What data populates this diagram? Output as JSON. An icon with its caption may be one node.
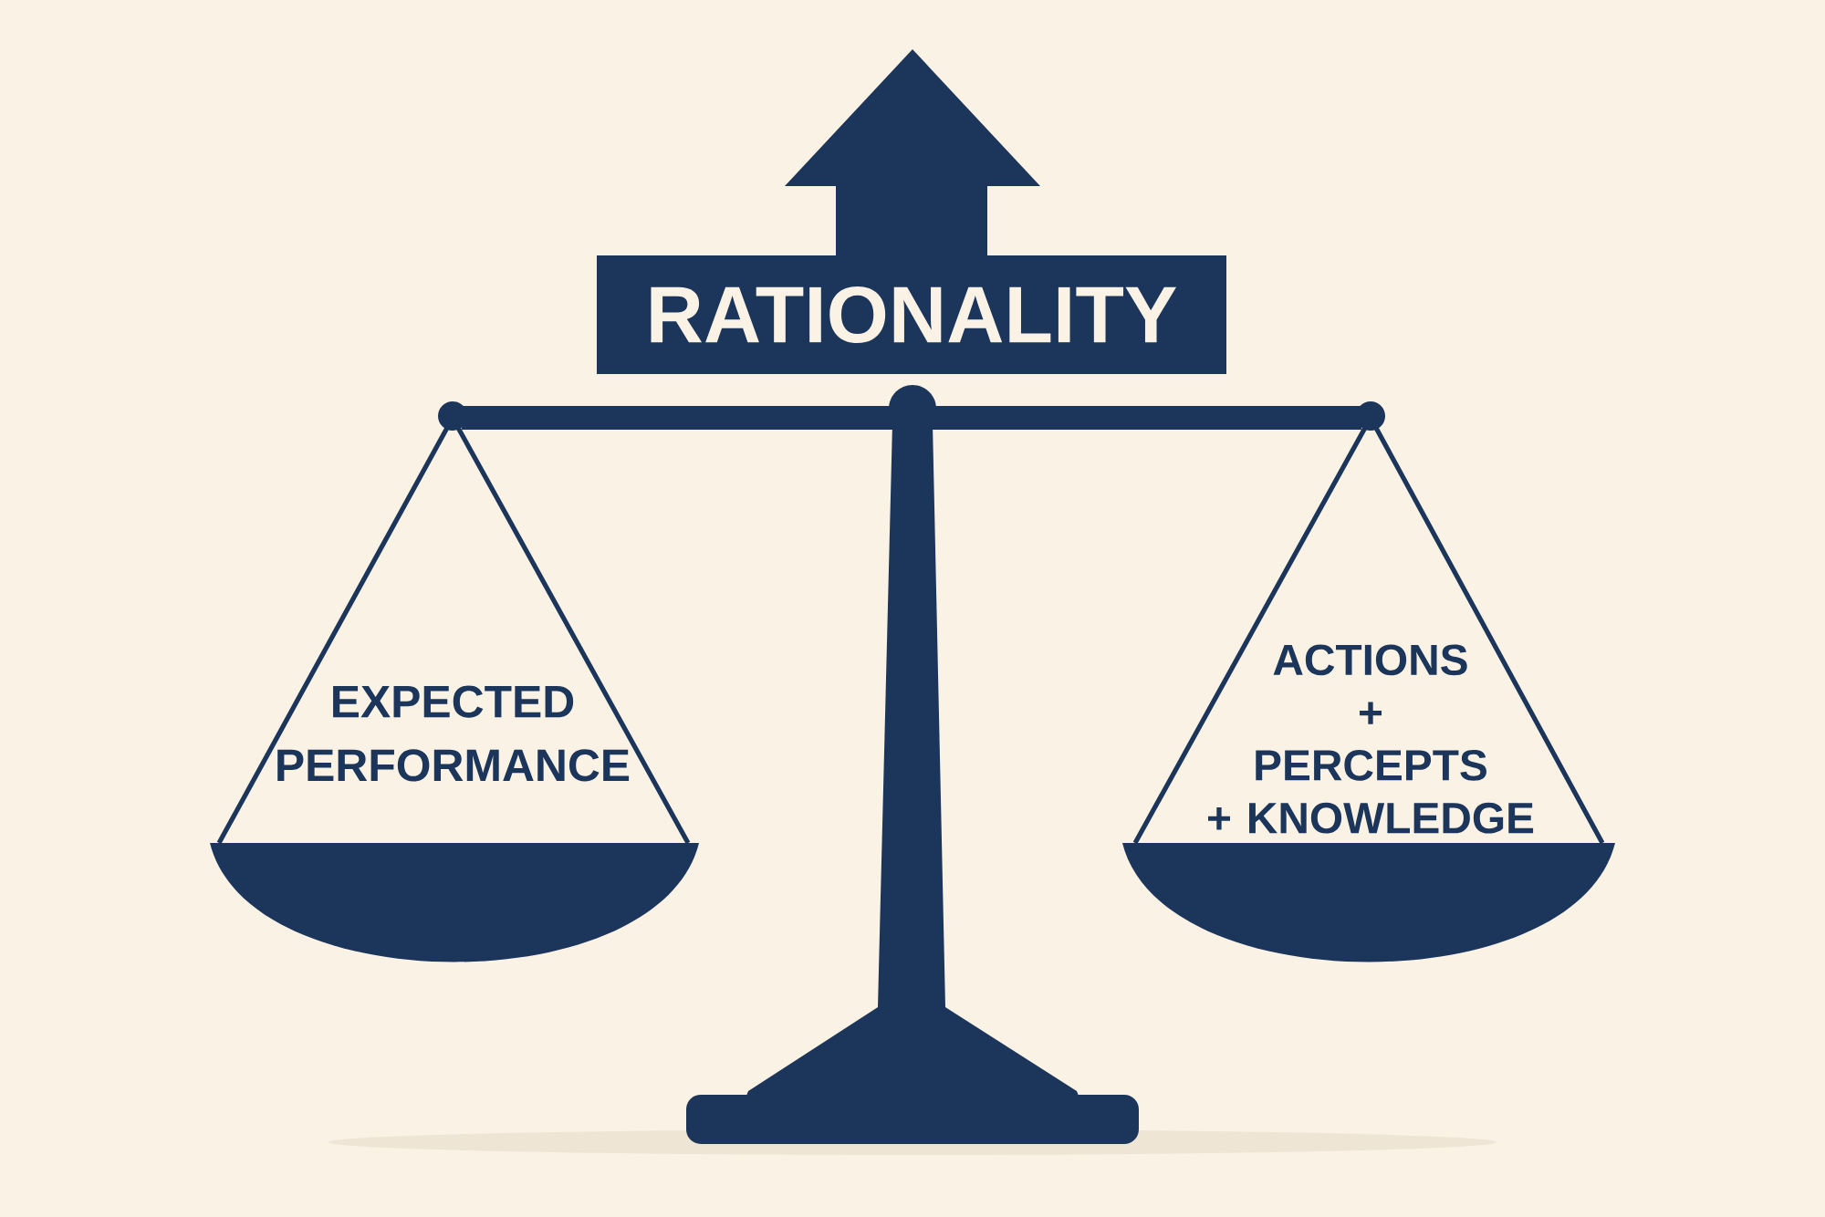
{
  "diagram": {
    "nodes": [
      {
        "text": [
          "RATIONALITY"
        ]
      },
      {
        "text": [
          "EXPECTED PERFORMANCE"
        ]
      },
      {
        "text": [
          "ACTIONS + PERCEPTS + KNOWLEDGE"
        ]
      }
    ],
    "edges": [
      {
        "from": 1,
        "to": 2,
        "arrow": "none"
      }
    ]
  }
}
